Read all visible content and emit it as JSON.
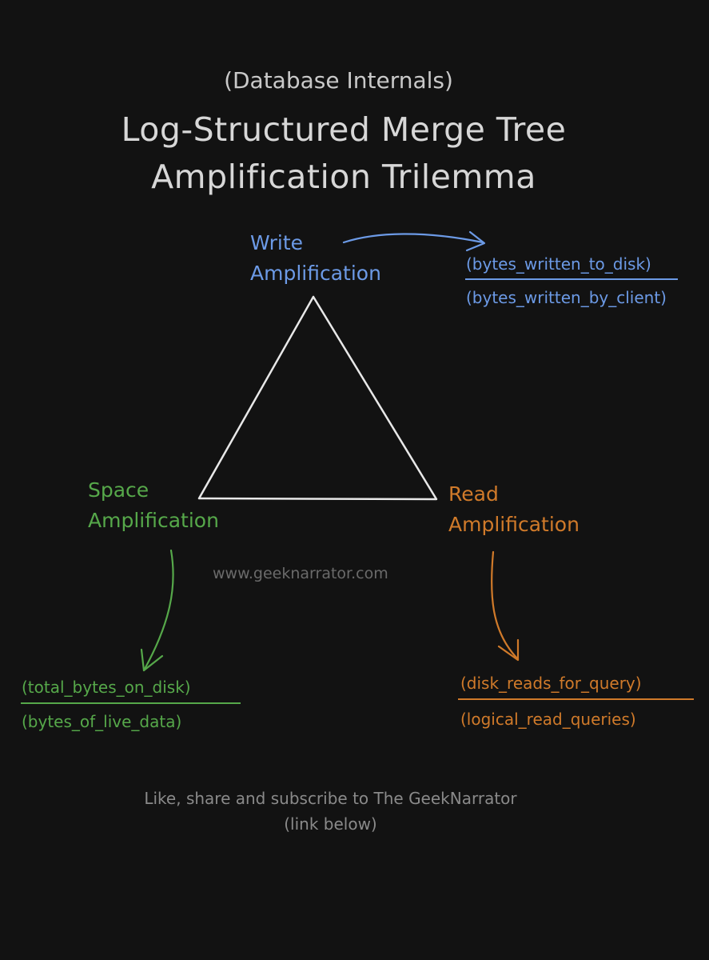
{
  "header": {
    "subtitle": "(Database Internals)",
    "title_line1": "Log-Structured Merge Tree",
    "title_line2": "Amplification Trilemma"
  },
  "vertices": {
    "write": {
      "line1": "Write",
      "line2": "Amplification",
      "numerator": "(bytes_written_to_disk)",
      "denominator": "(bytes_written_by_client)",
      "color": "#6c9ae6"
    },
    "space": {
      "line1": "Space",
      "line2": "Amplification",
      "numerator": "(total_bytes_on_disk)",
      "denominator": "(bytes_of_live_data)",
      "color": "#56a84a"
    },
    "read": {
      "line1": "Read",
      "line2": "Amplification",
      "numerator": "(disk_reads_for_query)",
      "denominator": "(logical_read_queries)",
      "color": "#d07a2a"
    }
  },
  "watermark": "www.geeknarrator.com",
  "footer": {
    "line1": "Like, share and subscribe to The GeekNarrator",
    "line2": "(link below)"
  },
  "colors": {
    "background": "#121212",
    "triangle": "#e8e8e8"
  }
}
